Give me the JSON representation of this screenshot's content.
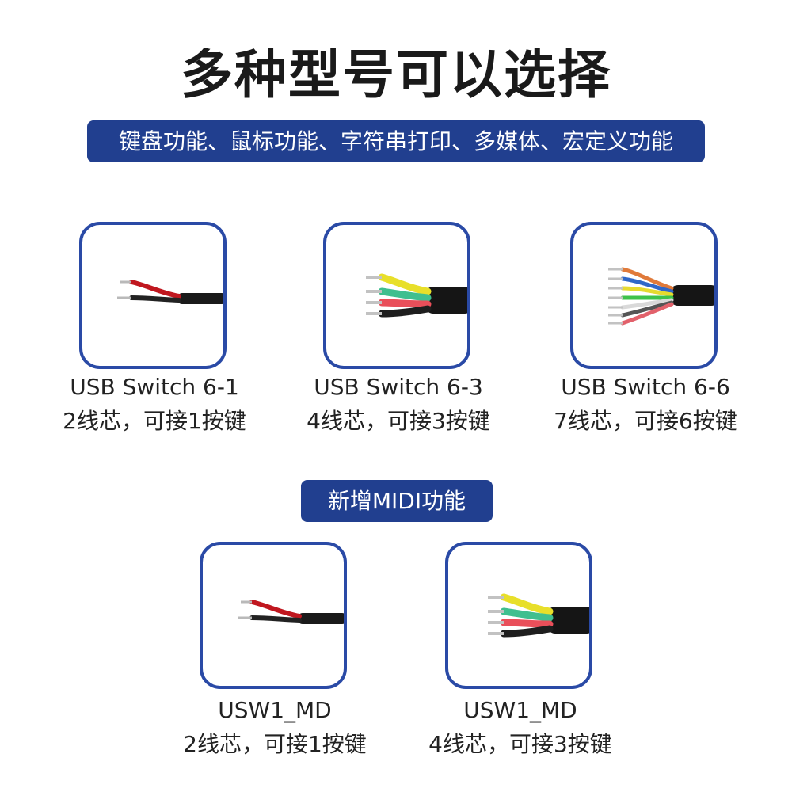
{
  "title": "多种型号可以选择",
  "features_banner": "键盘功能、鼠标功能、字符串打印、多媒体、宏定义功能",
  "midi_banner": "新增MIDI功能",
  "products": [
    {
      "model": "USB Switch 6-1",
      "desc": "2线芯，可接1按键"
    },
    {
      "model": "USB Switch 6-3",
      "desc": "4线芯，可接3按键"
    },
    {
      "model": "USB Switch 6-6",
      "desc": "7线芯，可接6按键"
    },
    {
      "model": "USW1_MD",
      "desc": "2线芯，可接1按键"
    },
    {
      "model": "USW1_MD",
      "desc": "4线芯，可接3按键"
    }
  ],
  "colors": {
    "banner": "#213f8f",
    "card_border": "#2a4aa6",
    "title_text": "#1a1a1a"
  },
  "images": [
    "two-core-cable-image",
    "four-core-cable-image",
    "seven-core-cable-image",
    "two-core-cable-image",
    "four-core-cable-image"
  ]
}
